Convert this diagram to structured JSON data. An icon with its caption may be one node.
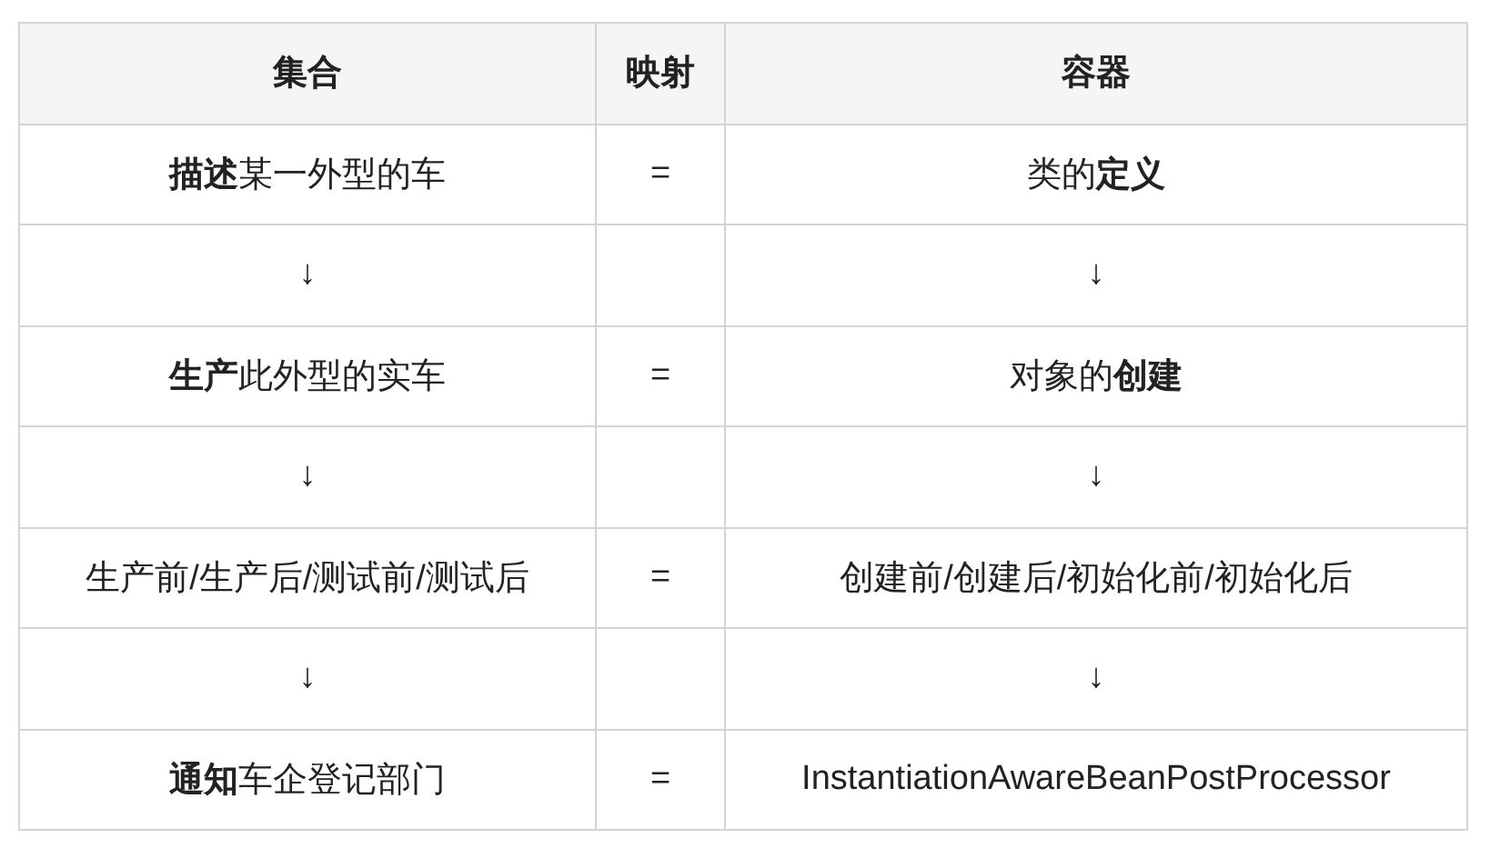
{
  "diagram": {
    "labels": [
      "集合",
      "映射",
      "容器",
      "**描述**某一外型的车",
      "=",
      "类的**定义**",
      "↓",
      "↓",
      "**生产**此外型的实车",
      "=",
      "对象的**创建**",
      "↓",
      "↓",
      "生产前/生产后/测试前/测试后",
      "=",
      "创建前/创建后/初始化前/初始化后",
      "↓",
      "↓",
      "**通知**车企登记部门",
      "=",
      "InstantiationAwareBeanPostProcessor"
    ]
  }
}
